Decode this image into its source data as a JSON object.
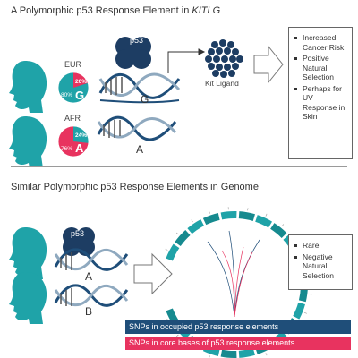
{
  "top": {
    "title_prefix": "A Polymorphic p53 Response Element in ",
    "title_gene": "KITLG",
    "eur_label": "EUR",
    "afr_label": "AFR",
    "eur_allele": "G",
    "afr_allele": "A",
    "eur_pct_minor": "20%",
    "eur_pct_major": "80%",
    "afr_pct_minor": "24%",
    "afr_pct_major": "76%",
    "dna_allele_eur": "G",
    "dna_allele_afr": "A",
    "p53_label": "p53",
    "kit_ligand": "Kit Ligand",
    "outcomes": [
      "Increased Cancer Risk",
      "Positive Natural Selection",
      "Perhaps for UV Response in Skin"
    ]
  },
  "bottom": {
    "title": "Similar Polymorphic p53 Response Elements in Genome",
    "p53_label": "p53",
    "allele_a": "A",
    "allele_b": "B",
    "outcomes": [
      "Rare",
      "Negative Natural Selection"
    ],
    "legend": [
      {
        "label": "SNPs in occupied p53 response elements",
        "color": "#1f4e79"
      },
      {
        "label": "SNPs in core bases of p53 response elements",
        "color": "#e8335f"
      }
    ]
  },
  "colors": {
    "teal": "#1fa3a8",
    "teal_dark": "#168a8f",
    "pink": "#e8335f",
    "navy": "#1f4e79",
    "dark_blue": "#1d3d63"
  }
}
